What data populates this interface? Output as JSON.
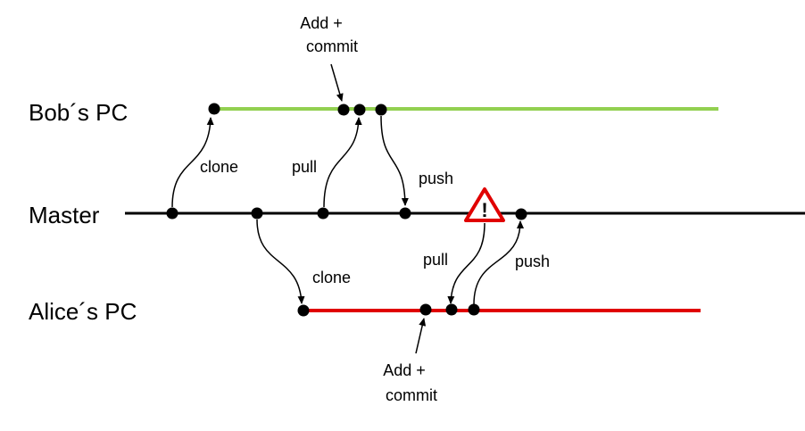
{
  "lanes": {
    "bob": {
      "label": "Bob´s PC",
      "color": "#92d050"
    },
    "master": {
      "label": "Master",
      "color": "#000000"
    },
    "alice": {
      "label": "Alice´s PC",
      "color": "#e00000"
    }
  },
  "annotations": {
    "bob_add_commit": [
      "Add +",
      "commit"
    ],
    "bob_clone": "clone",
    "bob_pull": "pull",
    "bob_push": "push",
    "alice_clone": "clone",
    "alice_pull": "pull",
    "alice_push": "push",
    "alice_add_commit": [
      "Add +",
      "commit"
    ]
  },
  "warning": {
    "symbol": "!",
    "icon": "warning-triangle-icon",
    "color": "#e00000"
  }
}
